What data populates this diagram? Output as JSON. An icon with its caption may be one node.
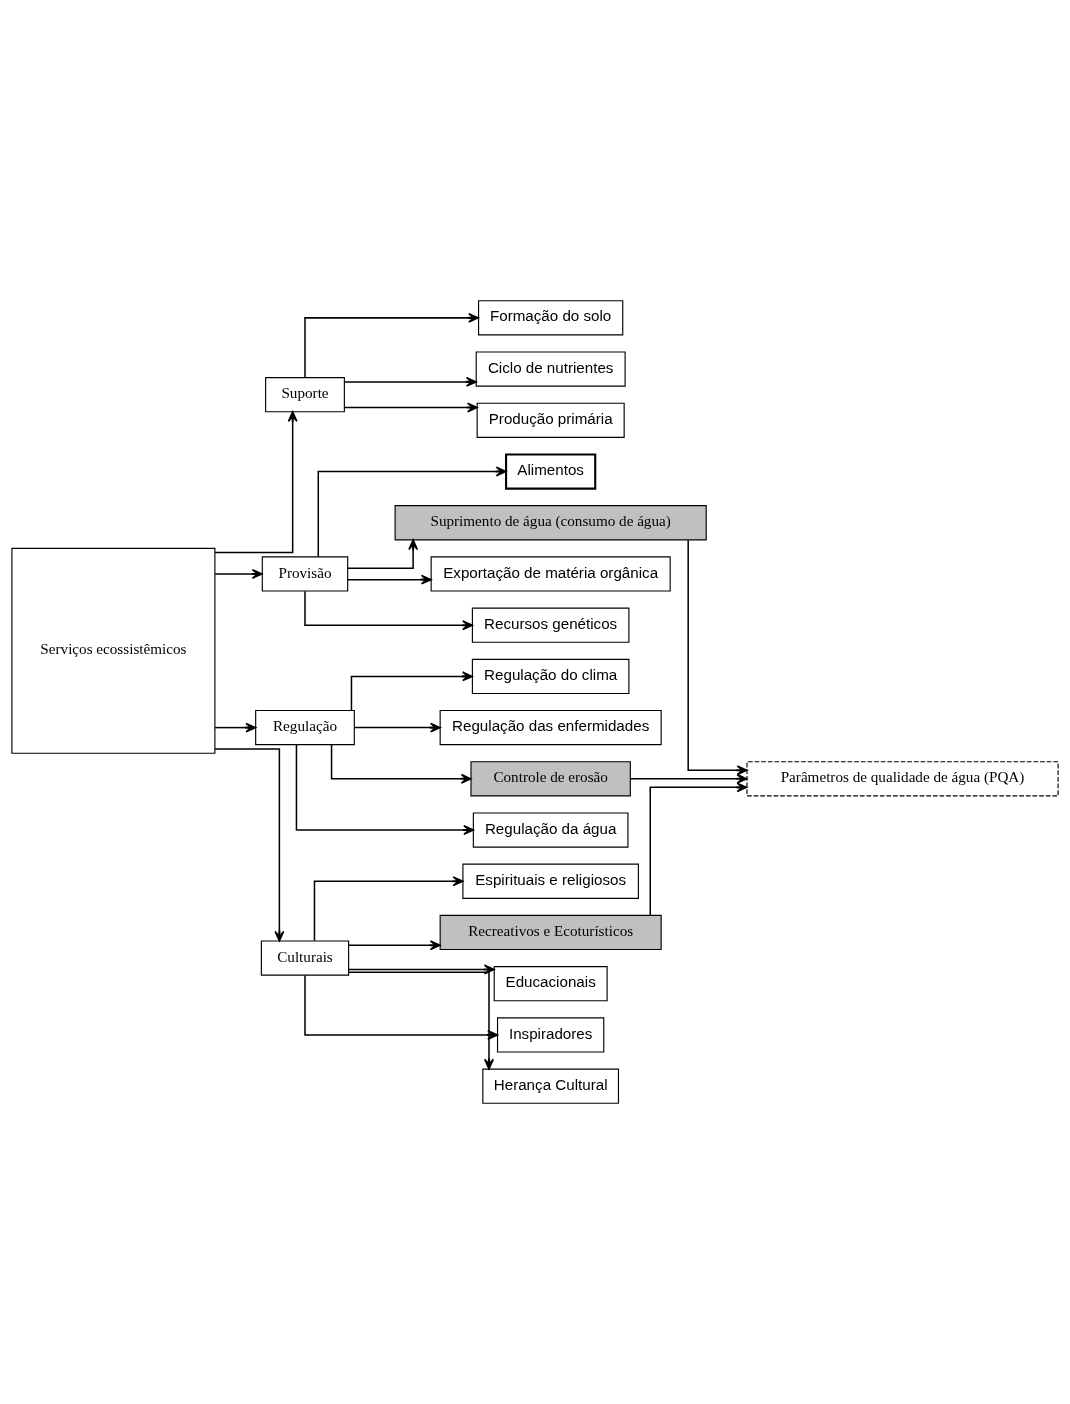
{
  "diagram": {
    "nodes": [
      {
        "text": [
          "Serviços ecossistêmicos"
        ]
      },
      {
        "text": [
          "Suporte"
        ]
      },
      {
        "text": [
          "Formação do solo"
        ]
      },
      {
        "text": [
          "Ciclo de nutrientes"
        ]
      },
      {
        "text": [
          "Produção primária"
        ]
      },
      {
        "text": [
          "Provisão"
        ]
      },
      {
        "text": [
          "Alimentos"
        ]
      },
      {
        "text": [
          "Suprimento de água (consumo de água)"
        ]
      },
      {
        "text": [
          "Exportação de matéria orgânica"
        ]
      },
      {
        "text": [
          "Recursos genéticos"
        ]
      },
      {
        "text": [
          "Regulação"
        ]
      },
      {
        "text": [
          "Regulação do clima"
        ]
      },
      {
        "text": [
          "Regulação das enfermidades"
        ]
      },
      {
        "text": [
          "Controle de erosão"
        ]
      },
      {
        "text": [
          "Regulação da água"
        ]
      },
      {
        "text": [
          "Culturais"
        ]
      },
      {
        "text": [
          "Espirituais e religiosos"
        ]
      },
      {
        "text": [
          "Recreativos e Ecoturísticos"
        ]
      },
      {
        "text": [
          "Educacionais"
        ]
      },
      {
        "text": [
          "Inspiradores"
        ]
      },
      {
        "text": [
          "Herança Cultural"
        ]
      },
      {
        "text": [
          "Parâmetros de qualidade de água (PQA)"
        ]
      }
    ],
    "edges": [
      {
        "from": 0,
        "to": 1,
        "arrow": "to"
      },
      {
        "from": 0,
        "to": 5,
        "arrow": "to"
      },
      {
        "from": 0,
        "to": 10,
        "arrow": "to"
      },
      {
        "from": 0,
        "to": 15,
        "arrow": "to"
      },
      {
        "from": 1,
        "to": 2,
        "arrow": "to"
      },
      {
        "from": 1,
        "to": 3,
        "arrow": "to"
      },
      {
        "from": 1,
        "to": 4,
        "arrow": "to"
      },
      {
        "from": 5,
        "to": 6,
        "arrow": "to"
      },
      {
        "from": 5,
        "to": 7,
        "arrow": "to"
      },
      {
        "from": 5,
        "to": 8,
        "arrow": "to"
      },
      {
        "from": 5,
        "to": 9,
        "arrow": "to"
      },
      {
        "from": 10,
        "to": 11,
        "arrow": "to"
      },
      {
        "from": 10,
        "to": 12,
        "arrow": "to"
      },
      {
        "from": 10,
        "to": 13,
        "arrow": "to"
      },
      {
        "from": 10,
        "to": 14,
        "arrow": "to"
      },
      {
        "from": 15,
        "to": 16,
        "arrow": "to"
      },
      {
        "from": 15,
        "to": 17,
        "arrow": "to"
      },
      {
        "from": 15,
        "to": 18,
        "arrow": "to"
      },
      {
        "from": 15,
        "to": 19,
        "arrow": "to"
      },
      {
        "from": 15,
        "to": 20,
        "arrow": "to"
      },
      {
        "from": 7,
        "to": 21,
        "arrow": "to"
      },
      {
        "from": 13,
        "to": 21,
        "arrow": "to"
      },
      {
        "from": 17,
        "to": 21,
        "arrow": "to"
      }
    ]
  }
}
